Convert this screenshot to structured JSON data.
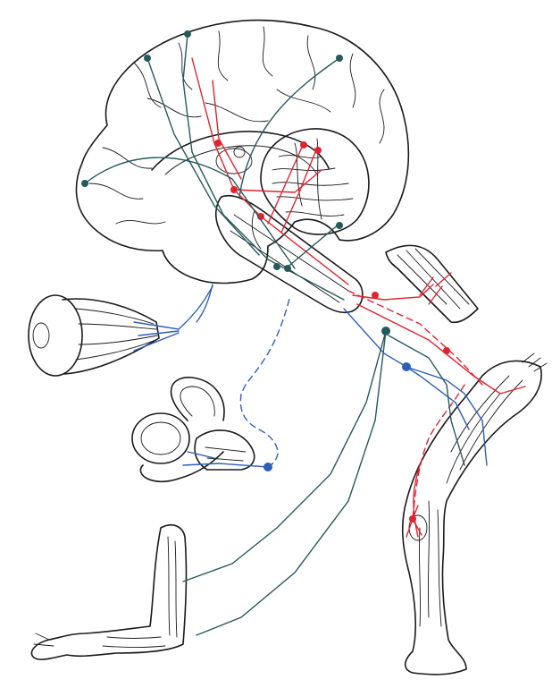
{
  "colors": {
    "brain_fill": "#f7ee35",
    "outline": "#1a1a1a",
    "motor_pathway": "#e0242f",
    "sensory_pathway": "#2e5fb8",
    "proprioceptive_pathway": "#27595b",
    "background": "#ffffff"
  },
  "structures": [
    {
      "key": "brain",
      "icon": "brain-midsagittal-icon"
    },
    {
      "key": "cerebellum",
      "icon": "cerebellum-icon"
    },
    {
      "key": "brainstem",
      "icon": "brainstem-icon"
    },
    {
      "key": "eye",
      "icon": "eyeball-with-muscles-icon"
    },
    {
      "key": "inner_ear",
      "icon": "semicircular-canals-icon"
    },
    {
      "key": "muscle",
      "icon": "muscle-fragment-icon"
    },
    {
      "key": "leg",
      "icon": "leg-muscles-icon"
    },
    {
      "key": "arm",
      "icon": "arm-muscles-icon"
    }
  ]
}
